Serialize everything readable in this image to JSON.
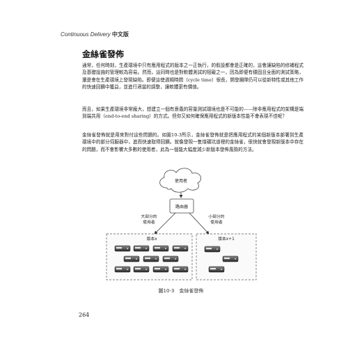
{
  "header": {
    "title_italic": "Continuous Delivery",
    "title_cn": "中文版"
  },
  "section": {
    "title": "金絲雀發佈"
  },
  "paragraphs": [
    "通常，任何時刻，生產環境中只有應用程式的版本之一正執行，的假設都會是正確的，這會讓缺陷的修補程式及基礎設施的管理較為容易。然而，這同時也是對軟體測試的阻礙之一，因為即便有穩固且全面的測試策略，還是會在生產環境上發現缺陷。即便這使週期時間（cycle time）很長，開發團隊仍可以從新特性或其他工作的快速回饋中獲益，並進行適當的調整，讓軟體更有價值。",
    "而且，如果生產環境非常龐大，想建立一個有意義的容量測試環境也是不可能的——除非應用程式的架構是端到端共用（end-to-end sharing）的方式。但你又如何確保應用程式的新版本性能不會表現不佳呢？",
    "金絲雀發佈就是用來對付這些問題的。如圖10-3所示，金絲雀發佈就是把應用程式的某個新版本部署到生產環境中的部分伺服器中，進而快速取得回饋。就像發現一隻煤礦坑道裡的金絲雀，很快就會發現新版本中存在的問題，而不會影響大多數的使用者，此為一個能大幅度減少新版本發佈風險的方法。"
  ],
  "figure": {
    "cloud_label": "使用者",
    "router_label": "路由器",
    "left_edge_label_1": "大部分的",
    "left_edge_label_2": "使用者",
    "right_edge_label_1": "小部分的",
    "right_edge_label_2": "使用者",
    "group_left_label": "版本x",
    "group_right_label": "版本x+1",
    "left_servers": 9,
    "right_servers": 3
  },
  "caption": "圖10-3　金絲雀發佈",
  "page_number": "264"
}
